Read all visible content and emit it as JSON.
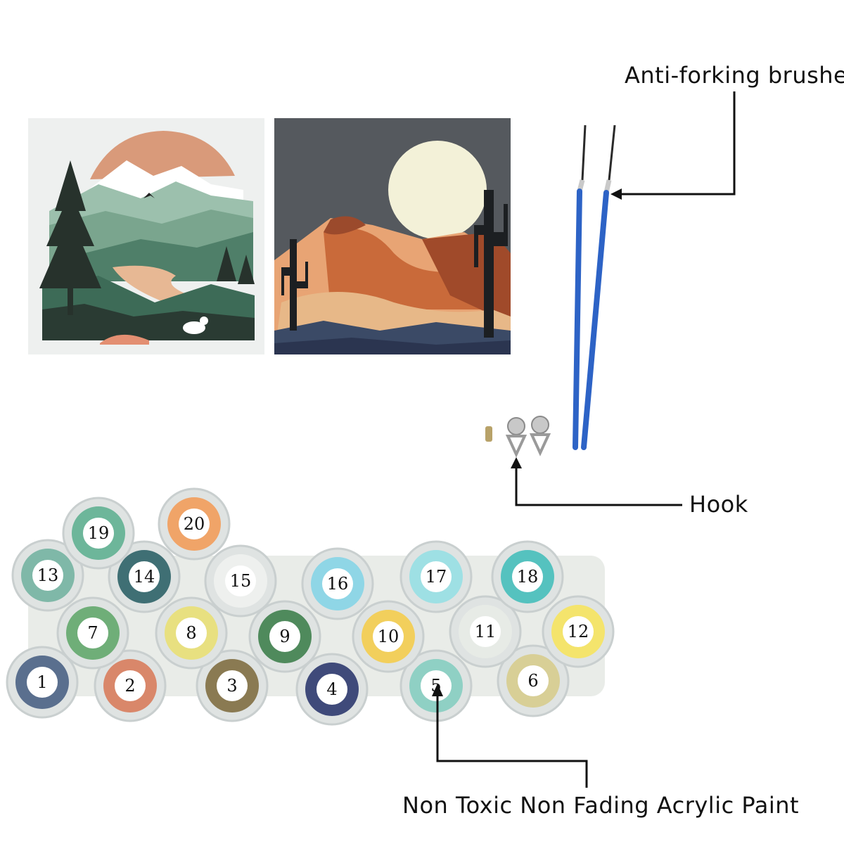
{
  "labels": {
    "brushes": "Anti-forking brushes",
    "hook": "Hook",
    "paint": "Non Toxic Non Fading Acrylic Paint"
  },
  "pots": [
    {
      "number": "1",
      "color": "#5a6f8e"
    },
    {
      "number": "2",
      "color": "#d9876a"
    },
    {
      "number": "3",
      "color": "#8a7a52"
    },
    {
      "number": "4",
      "color": "#3f4a7a"
    },
    {
      "number": "5",
      "color": "#8fd0c4"
    },
    {
      "number": "6",
      "color": "#d8cf96"
    },
    {
      "number": "7",
      "color": "#6fae78"
    },
    {
      "number": "8",
      "color": "#e8e080"
    },
    {
      "number": "9",
      "color": "#4f8a5c"
    },
    {
      "number": "10",
      "color": "#f2cf5c"
    },
    {
      "number": "11",
      "color": "#e7ebe6"
    },
    {
      "number": "12",
      "color": "#f4e46c"
    },
    {
      "number": "13",
      "color": "#7fb8a8"
    },
    {
      "number": "14",
      "color": "#3f6f74"
    },
    {
      "number": "15",
      "color": "#eef0ee"
    },
    {
      "number": "16",
      "color": "#8fd6e6"
    },
    {
      "number": "17",
      "color": "#9ee0e4"
    },
    {
      "number": "18",
      "color": "#55c2bf"
    },
    {
      "number": "19",
      "color": "#6db69a"
    },
    {
      "number": "20",
      "color": "#f0a468"
    }
  ]
}
